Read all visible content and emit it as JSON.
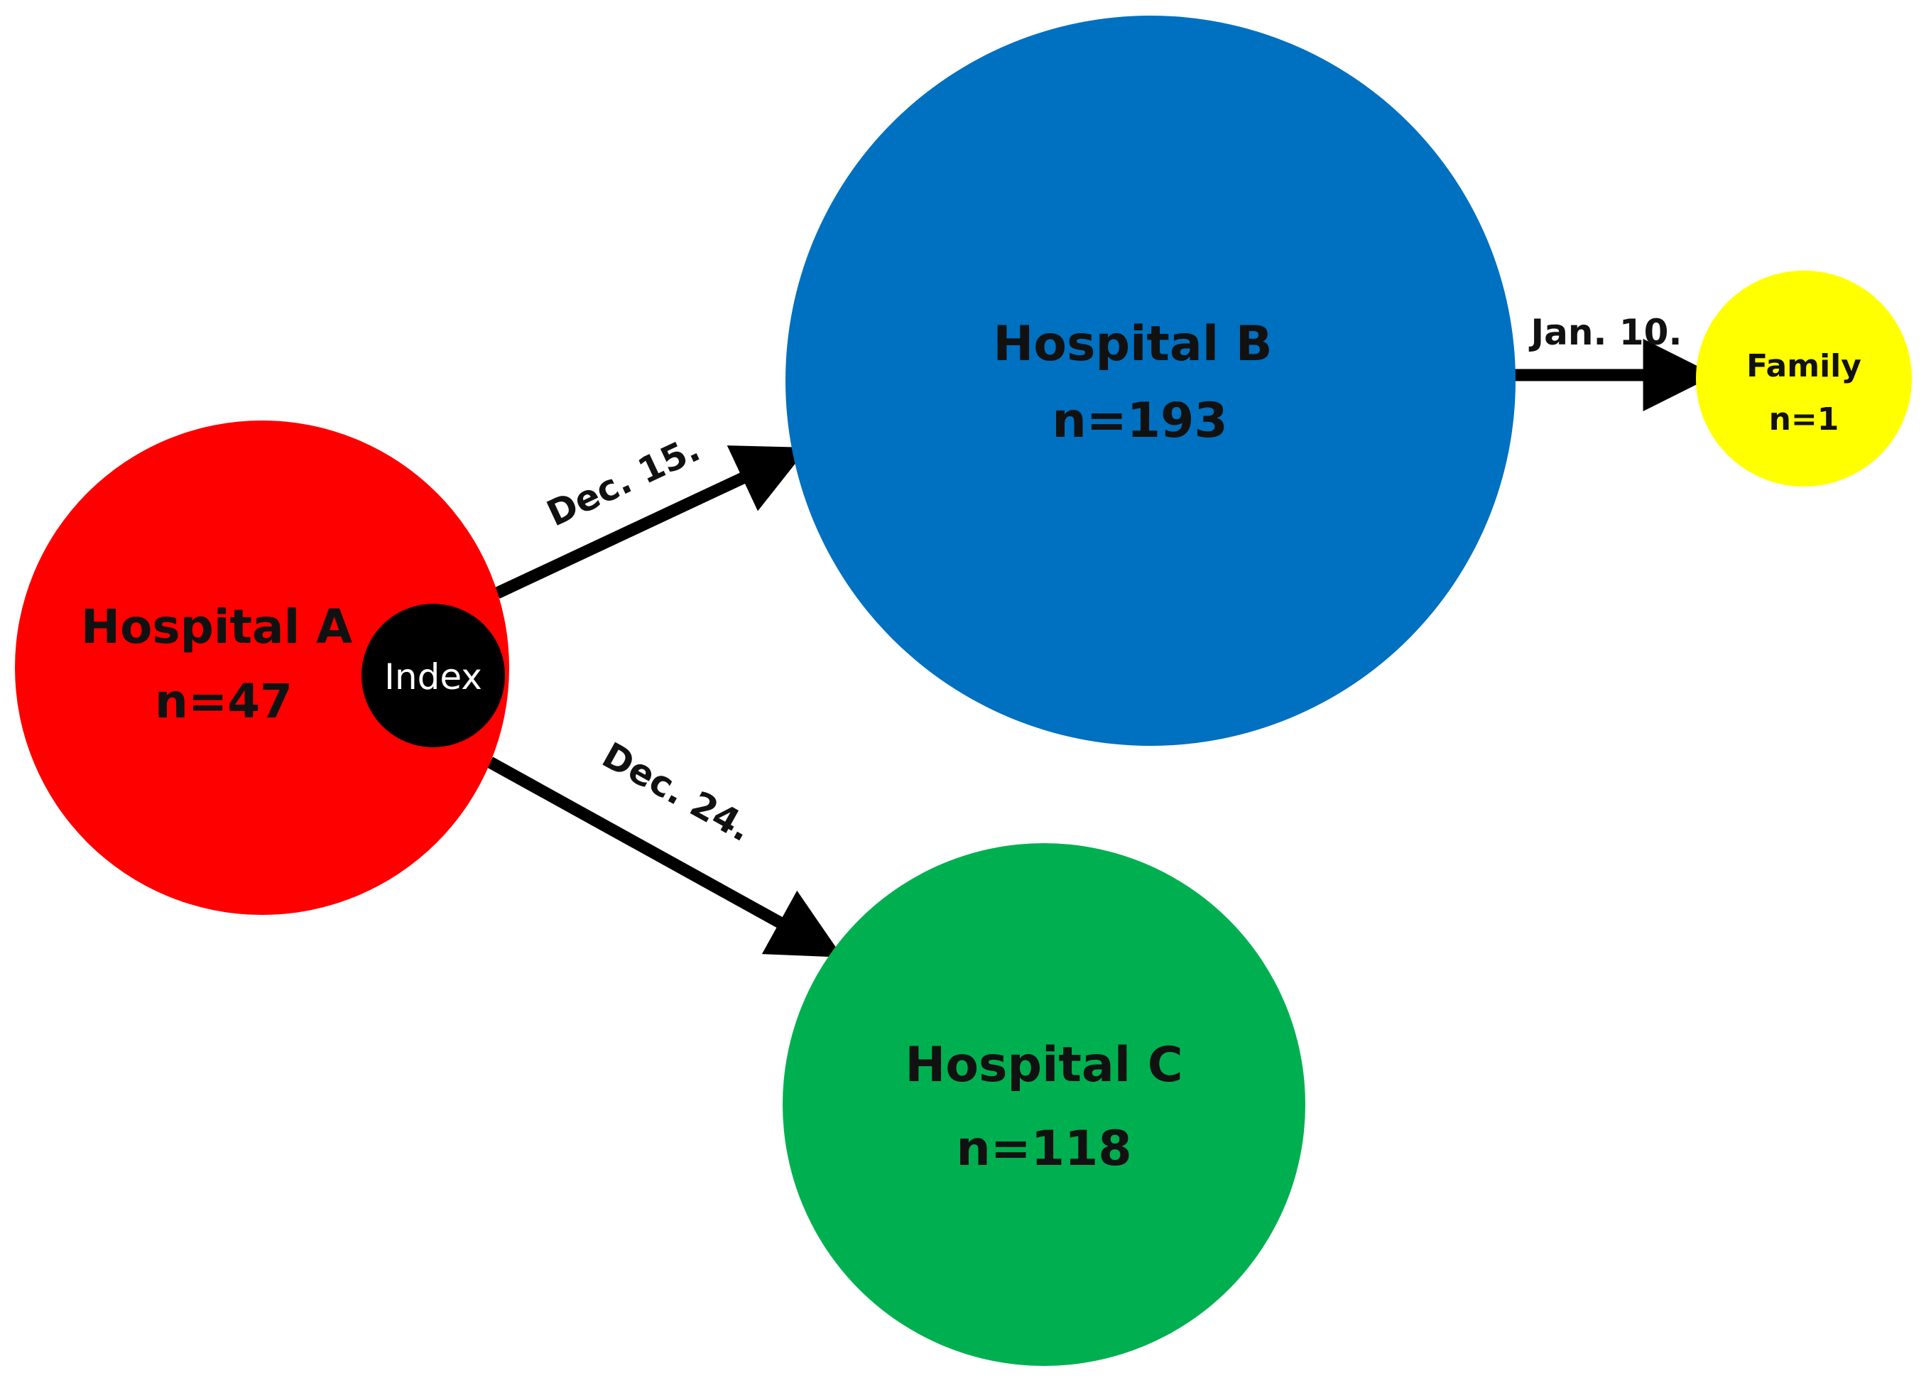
{
  "nodes": {
    "hospital_a": {
      "name": "Hospital A",
      "count": "n=47",
      "color": "#ff0000"
    },
    "hospital_b": {
      "name": "Hospital B",
      "count": "n=193",
      "color": "#0070c0"
    },
    "hospital_c": {
      "name": "Hospital C",
      "count": "n=118",
      "color": "#00b050"
    },
    "family": {
      "name": "Family",
      "count": "n=1",
      "color": "#ffff00"
    },
    "index": {
      "name": "Index",
      "color": "#000000"
    }
  },
  "edges": {
    "a_to_b": {
      "label": "Dec. 15."
    },
    "a_to_c": {
      "label": "Dec. 24."
    },
    "b_to_family": {
      "label": "Jan. 10."
    }
  }
}
